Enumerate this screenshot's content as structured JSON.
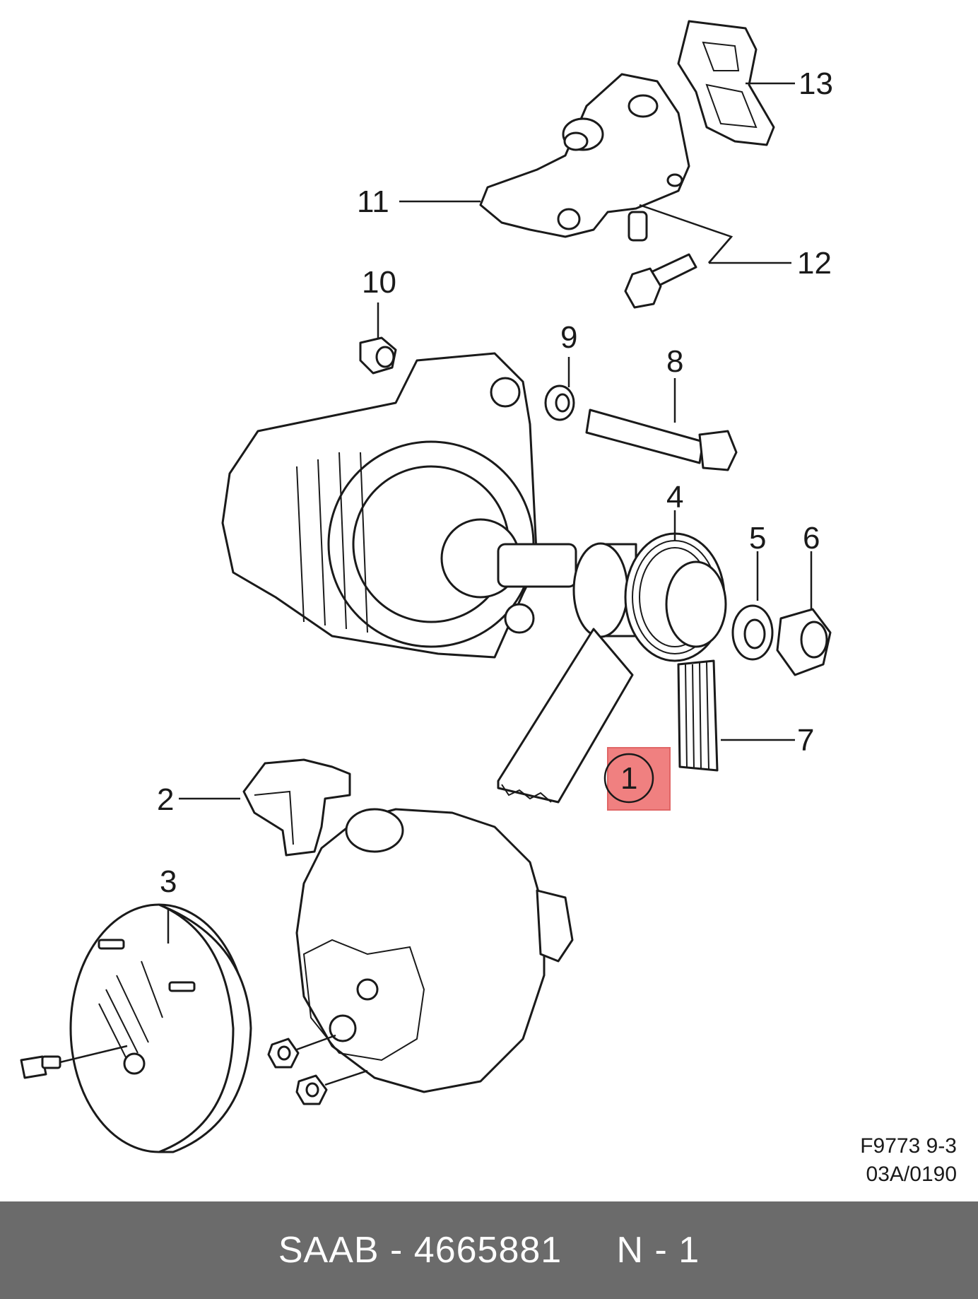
{
  "callouts": {
    "c1": "1",
    "c2": "2",
    "c3": "3",
    "c4": "4",
    "c5": "5",
    "c6": "6",
    "c7": "7",
    "c8": "8",
    "c9": "9",
    "c10": "10",
    "c11": "11",
    "c12": "12",
    "c13": "13"
  },
  "reference": {
    "line1": "F9773 9-3",
    "line2": "03A/0190"
  },
  "footer": {
    "text": "SAAB - 4665881     N - 1"
  },
  "colors": {
    "highlight": "#f08080",
    "footer_bg": "#6b6b6b",
    "line": "#1a1a1a"
  }
}
